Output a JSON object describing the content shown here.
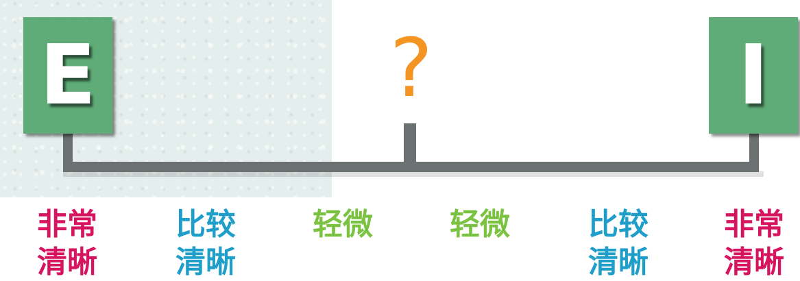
{
  "left_pole": {
    "letter": "E"
  },
  "right_pole": {
    "letter": "I"
  },
  "midpoint": {
    "symbol": "?"
  },
  "colors": {
    "box_green": "#5fac78",
    "connector_gray": "#6b7070",
    "very_clear": "#d6145f",
    "fairly_clear": "#1f9ec9",
    "slight": "#7cc242",
    "question": "#f39423"
  },
  "scale_labels": [
    {
      "line1": "非常",
      "line2": "清晰",
      "color": "#d6145f"
    },
    {
      "line1": "比较",
      "line2": "清晰",
      "color": "#1f9ec9"
    },
    {
      "line1": "轻微",
      "line2": "",
      "color": "#7cc242"
    },
    {
      "line1": "轻微",
      "line2": "",
      "color": "#7cc242"
    },
    {
      "line1": "比较",
      "line2": "清晰",
      "color": "#1f9ec9"
    },
    {
      "line1": "非常",
      "line2": "清晰",
      "color": "#d6145f"
    }
  ]
}
